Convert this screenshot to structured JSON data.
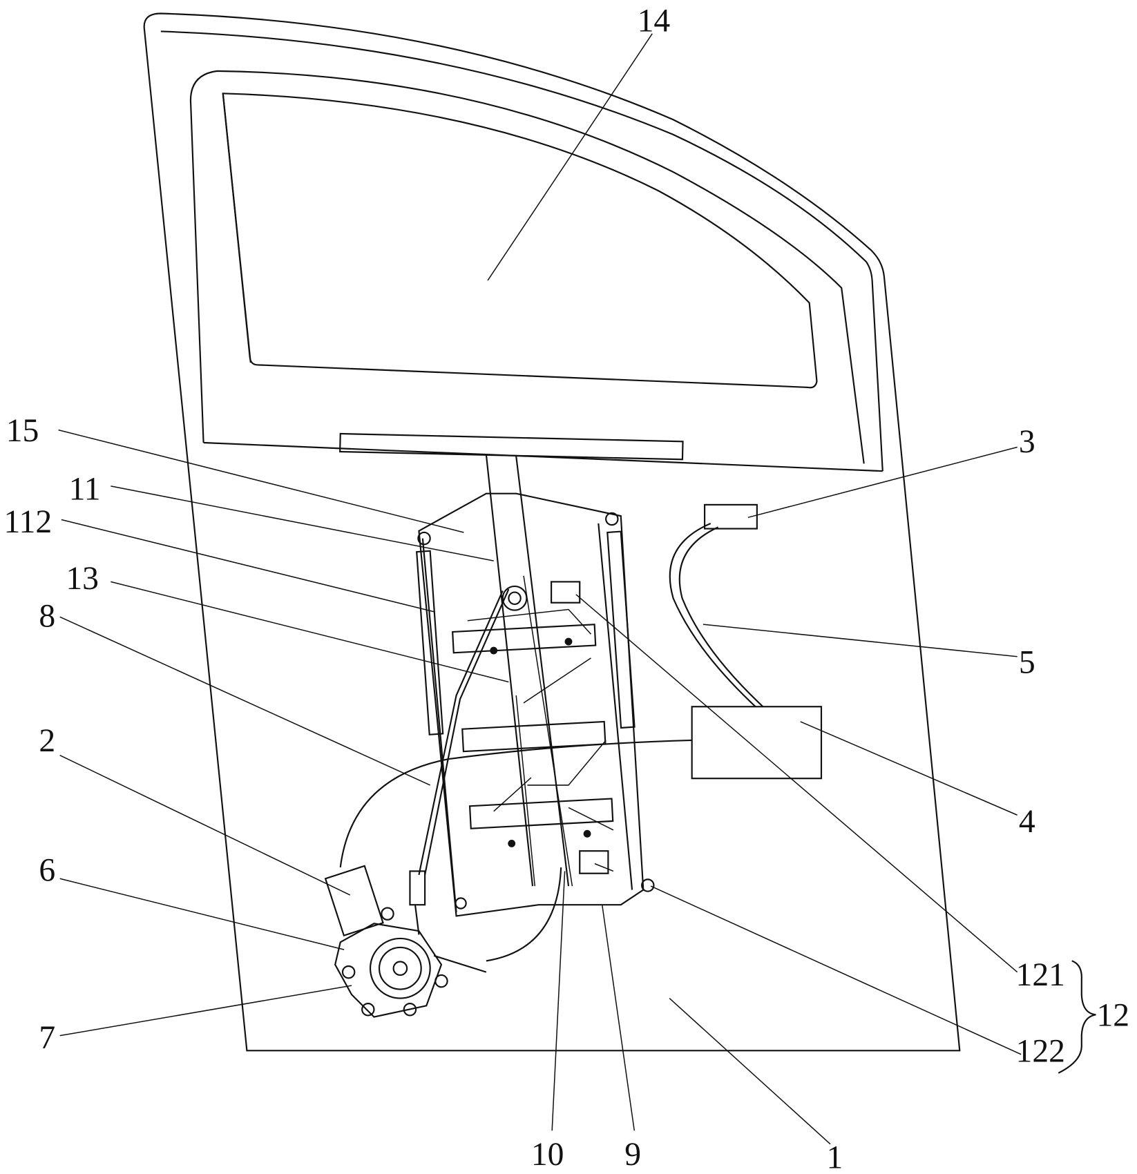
{
  "figure": {
    "labels": {
      "l14": "14",
      "l15": "15",
      "l11": "11",
      "l112": "112",
      "l13": "13",
      "l8": "8",
      "l2": "2",
      "l6": "6",
      "l7": "7",
      "l3": "3",
      "l5": "5",
      "l4": "4",
      "l121": "121",
      "l12": "12",
      "l122": "122",
      "l10": "10",
      "l9": "9",
      "l1": "1"
    }
  }
}
